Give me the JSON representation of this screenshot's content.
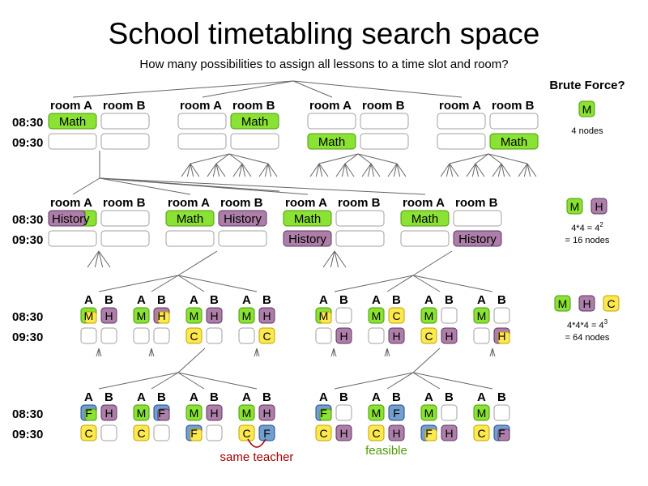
{
  "title": "School timetabling search space",
  "subtitle": "How many possibilities to assign all lessons to a time slot and room?",
  "labels": {
    "room_a": "room A",
    "room_b": "room B",
    "col_a": "A",
    "col_b": "B",
    "time_1": "08:30",
    "time_2": "09:30"
  },
  "lessons": {
    "math": "Math",
    "history": "History",
    "M": "M",
    "H": "H",
    "C": "C",
    "F": "F"
  },
  "brute_force": {
    "heading": "Brute Force?",
    "level1_nodes": "4 nodes",
    "level2_formula": "4*4 = 4",
    "level2_exp": "2",
    "level2_nodes": "= 16 nodes",
    "level3_formula": "4*4*4 = 4",
    "level3_exp": "3",
    "level3_nodes": "= 64 nodes"
  },
  "annotations": {
    "same_teacher": "same teacher",
    "feasible": "feasible"
  },
  "colors": {
    "math": "#8ae234",
    "math_border": "#4e9a06",
    "history": "#ad7fa8",
    "history_border": "#5c3566",
    "chem": "#fce94f",
    "chem_border": "#c4a000",
    "french": "#729fcf",
    "french_border": "#204a87",
    "empty_border": "#a0a0a0",
    "line": "#666666",
    "same_teacher": "#a40000",
    "feasible": "#4e9a06"
  }
}
